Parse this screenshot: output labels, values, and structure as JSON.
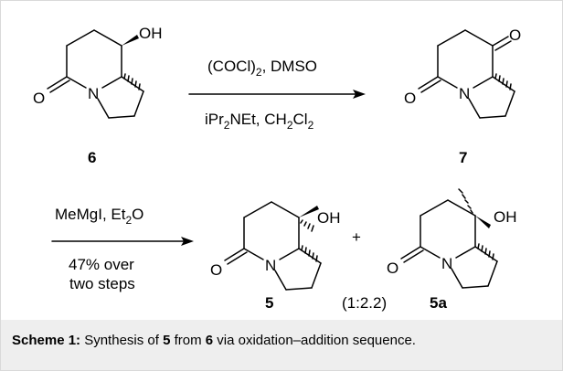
{
  "molecules": {
    "m6": {
      "label": "6",
      "atoms": {
        "oh": "OH",
        "o": "O",
        "n": "N"
      }
    },
    "m7": {
      "label": "7",
      "atoms": {
        "o_ketone": "O",
        "o": "O",
        "n": "N"
      }
    },
    "m5": {
      "label": "5",
      "atoms": {
        "oh": "OH",
        "o": "O",
        "n": "N"
      }
    },
    "m5a": {
      "label": "5a",
      "atoms": {
        "oh": "OH",
        "o": "O",
        "n": "N"
      }
    }
  },
  "step1": {
    "reagent_top": {
      "a": "(COCl)",
      "a_sub": "2",
      "b": ", DMSO"
    },
    "reagent_bottom": {
      "a": "iPr",
      "a_sub": "2",
      "b": "NEt, CH",
      "b_sub": "2",
      "c": "Cl",
      "c_sub": "2"
    }
  },
  "step2": {
    "reagent_top": {
      "a": "MeMgI, Et",
      "a_sub": "2",
      "b": "O"
    },
    "yield_line1": "47% over",
    "yield_line2": "two steps"
  },
  "plus": "+",
  "ratio": "(1:2.2)",
  "caption": {
    "prefix": "Scheme 1:",
    "t1": " Synthesis of ",
    "c1": "5",
    "t2": " from ",
    "c2": "6",
    "t3": " via oxidation–addition sequence."
  }
}
